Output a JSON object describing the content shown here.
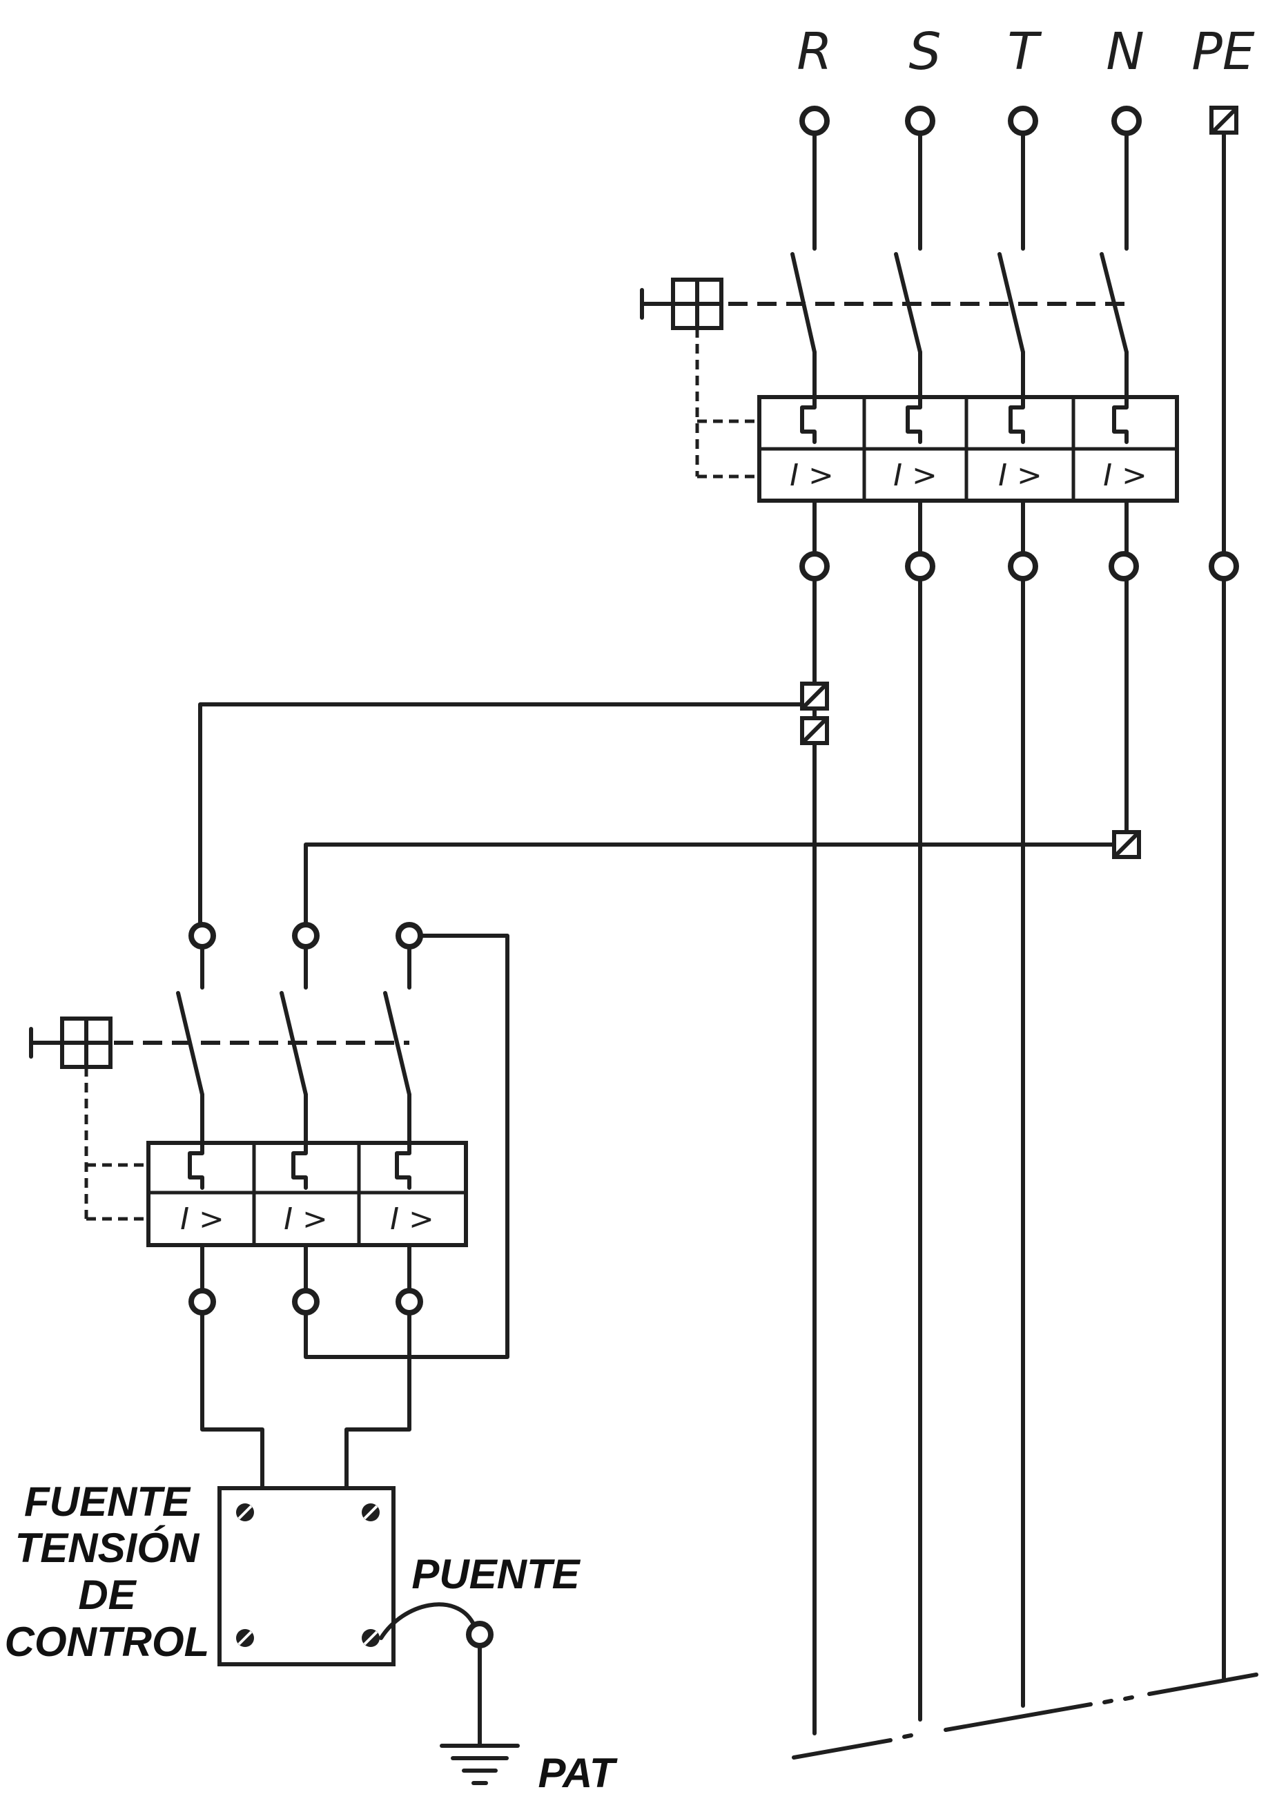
{
  "phases": {
    "r": "R",
    "s": "S",
    "t": "T",
    "n": "N",
    "pe": "PE"
  },
  "trip_symbol": "I >",
  "labels": {
    "source_line1": "FUENTE",
    "source_line2": "TENSIÓN",
    "source_line3": "DE",
    "source_line4": "CONTROL",
    "bridge": "PUENTE",
    "ground": "PAT"
  },
  "colors": {
    "ink": "#1f1f1f",
    "background": "#ffffff"
  }
}
